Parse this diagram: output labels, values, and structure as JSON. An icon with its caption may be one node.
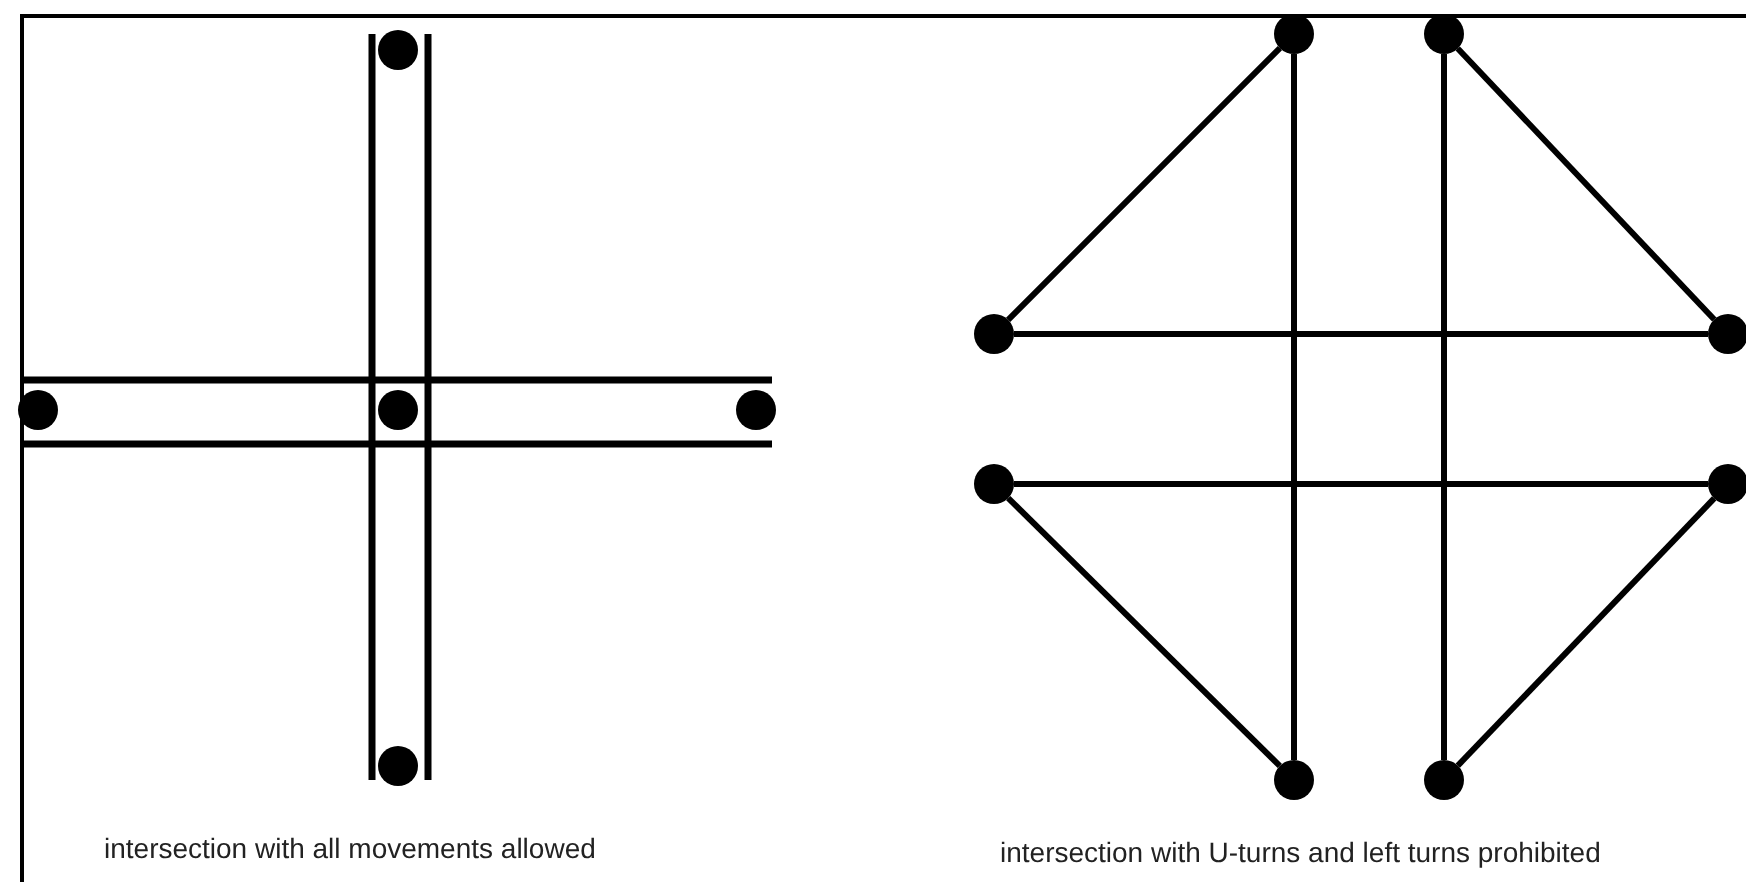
{
  "diagram": {
    "nodes": [
      {
        "text": [],
        "shape": "circle"
      },
      {
        "text": [],
        "shape": "circle"
      },
      {
        "text": [],
        "shape": "circle"
      },
      {
        "text": [],
        "shape": "circle"
      },
      {
        "text": [],
        "shape": "circle"
      },
      {
        "text": [],
        "shape": "circle"
      },
      {
        "text": [],
        "shape": "circle"
      },
      {
        "text": [],
        "shape": "circle"
      },
      {
        "text": [],
        "shape": "circle"
      },
      {
        "text": [],
        "shape": "circle"
      },
      {
        "text": [],
        "shape": "circle"
      },
      {
        "text": [],
        "shape": "circle"
      },
      {
        "text": [],
        "shape": "circle"
      }
    ],
    "edges": [
      {
        "from": 5,
        "to": 7,
        "arrow": "none"
      },
      {
        "from": 5,
        "to": 11,
        "arrow": "none"
      },
      {
        "from": 6,
        "to": 12,
        "arrow": "none"
      },
      {
        "from": 6,
        "to": 8,
        "arrow": "none"
      },
      {
        "from": 7,
        "to": 8,
        "arrow": "none"
      },
      {
        "from": 9,
        "to": 10,
        "arrow": "none"
      },
      {
        "from": 9,
        "to": 11,
        "arrow": "none"
      },
      {
        "from": 10,
        "to": 12,
        "arrow": "none"
      }
    ],
    "labels": [
      "intersection with all movements allowed",
      "intersection with U-turns and left turns prohibited"
    ]
  }
}
